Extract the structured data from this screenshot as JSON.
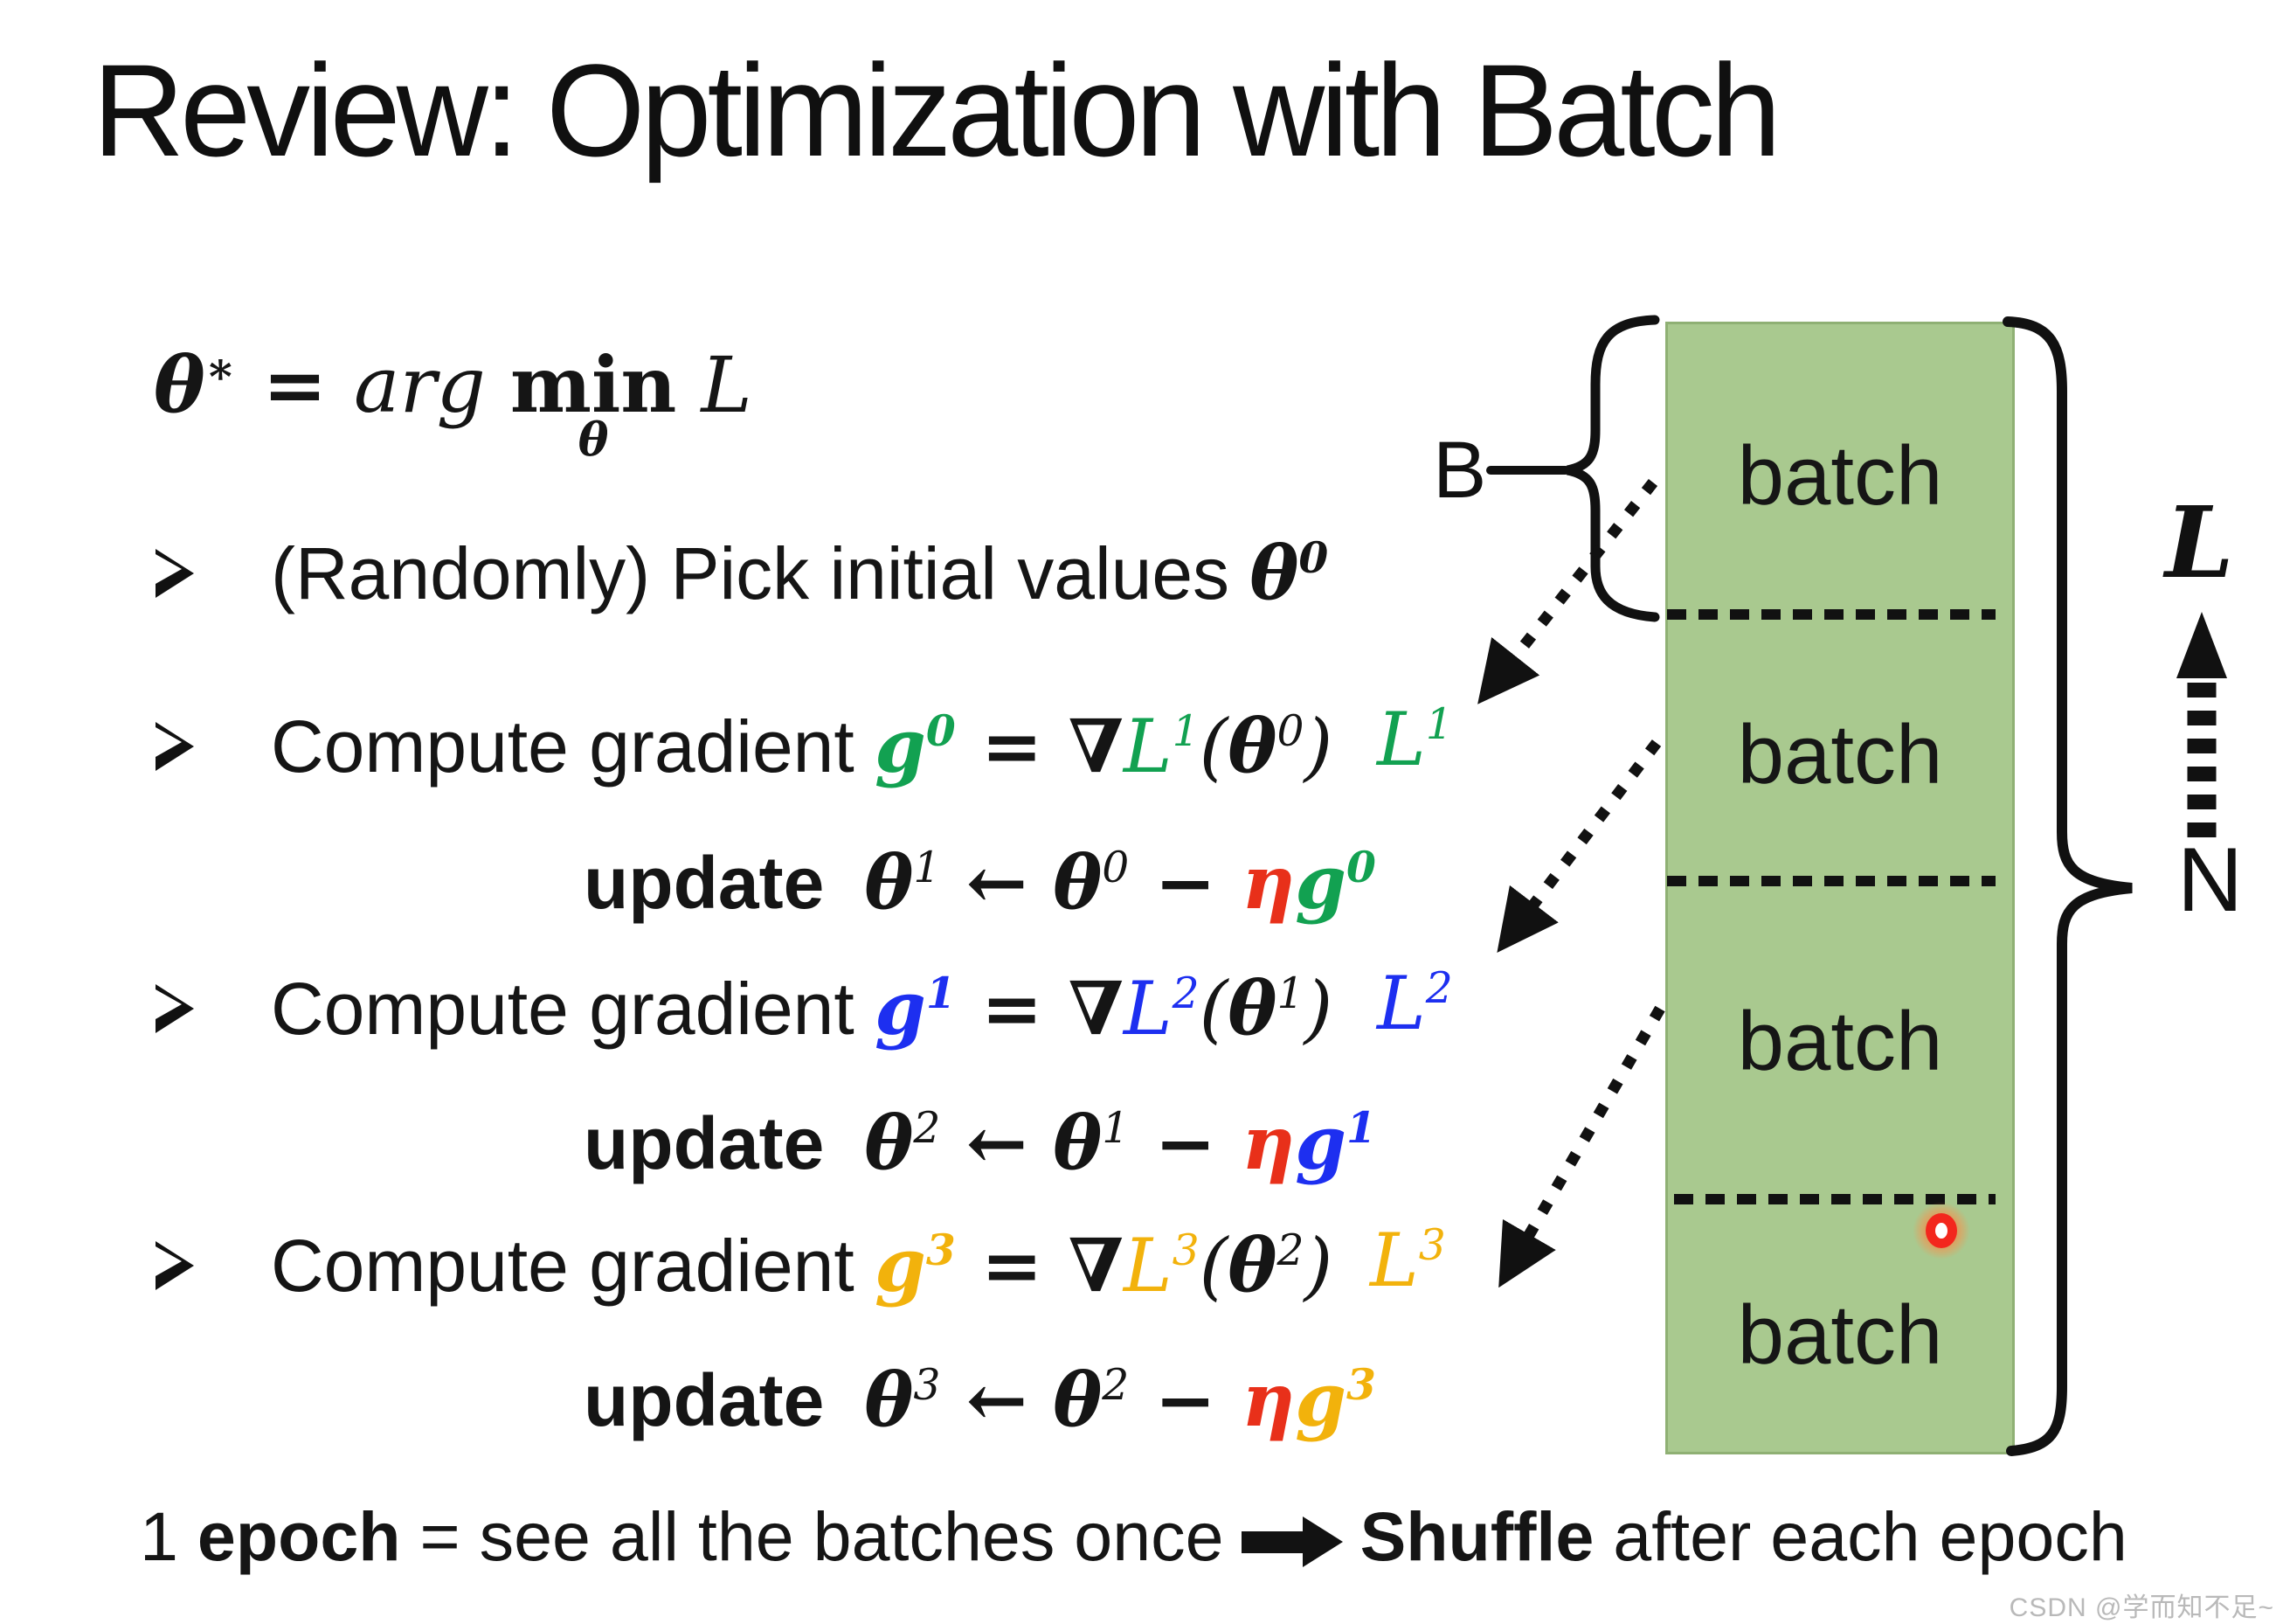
{
  "title": "Review: Optimization with Batch",
  "objective": {
    "theta": "θ",
    "star": "∗",
    "eq": " = ",
    "arg": "arg ",
    "min": "min",
    "min_sub": "θ",
    "loss": " L"
  },
  "steps": [
    {
      "name": "pick-initial-values",
      "tokens": [
        {
          "t": "(Randomly) Pick initial values ",
          "c": "sans"
        },
        {
          "t": "θ",
          "c": "mb"
        },
        {
          "t": "0",
          "c": "mb sup"
        }
      ]
    },
    {
      "name": "compute-gradient-0",
      "tokens": [
        {
          "t": "Compute gradient ",
          "c": "sans"
        },
        {
          "t": "g",
          "c": "mb green"
        },
        {
          "t": "0",
          "c": "mb green sup"
        },
        {
          "t": " = ",
          "c": "msym"
        },
        {
          "t": "∇",
          "c": "msym"
        },
        {
          "t": "L",
          "c": "m green"
        },
        {
          "t": "1",
          "c": "m green sup"
        },
        {
          "t": "(",
          "c": "m"
        },
        {
          "t": "θ",
          "c": "mb"
        },
        {
          "t": "0",
          "c": "m sup"
        },
        {
          "t": ")",
          "c": "m"
        }
      ]
    },
    {
      "name": "update-1",
      "tokens": [
        {
          "t": "update",
          "c": "sans b mr"
        },
        {
          "t": "θ",
          "c": "mb"
        },
        {
          "t": "1",
          "c": "m sup"
        },
        {
          "t": " ← ",
          "c": "msym"
        },
        {
          "t": "θ",
          "c": "mb"
        },
        {
          "t": "0",
          "c": "m sup"
        },
        {
          "t": " − ",
          "c": "msym"
        },
        {
          "t": "η",
          "c": "mb red"
        },
        {
          "t": "g",
          "c": "mb green"
        },
        {
          "t": "0",
          "c": "mb green sup"
        }
      ]
    },
    {
      "name": "compute-gradient-1",
      "tokens": [
        {
          "t": "Compute gradient ",
          "c": "sans"
        },
        {
          "t": "g",
          "c": "mb blue"
        },
        {
          "t": "1",
          "c": "mb blue sup"
        },
        {
          "t": " = ",
          "c": "msym"
        },
        {
          "t": "∇",
          "c": "msym"
        },
        {
          "t": "L",
          "c": "m blue"
        },
        {
          "t": "2",
          "c": "m blue sup"
        },
        {
          "t": "(",
          "c": "m"
        },
        {
          "t": "θ",
          "c": "mb"
        },
        {
          "t": "1",
          "c": "m sup"
        },
        {
          "t": ")",
          "c": "m"
        }
      ]
    },
    {
      "name": "update-2",
      "tokens": [
        {
          "t": "update",
          "c": "sans b mr"
        },
        {
          "t": "θ",
          "c": "mb"
        },
        {
          "t": "2",
          "c": "m sup"
        },
        {
          "t": " ← ",
          "c": "msym"
        },
        {
          "t": "θ",
          "c": "mb"
        },
        {
          "t": "1",
          "c": "m sup"
        },
        {
          "t": " − ",
          "c": "msym"
        },
        {
          "t": "η",
          "c": "mb red"
        },
        {
          "t": "g",
          "c": "mb blue"
        },
        {
          "t": "1",
          "c": "mb blue sup"
        }
      ]
    },
    {
      "name": "compute-gradient-3",
      "tokens": [
        {
          "t": "Compute gradient ",
          "c": "sans"
        },
        {
          "t": "g",
          "c": "mb gold"
        },
        {
          "t": "3",
          "c": "mb gold sup"
        },
        {
          "t": " = ",
          "c": "msym"
        },
        {
          "t": "∇",
          "c": "msym"
        },
        {
          "t": "L",
          "c": "m gold"
        },
        {
          "t": "3",
          "c": "m gold sup"
        },
        {
          "t": "(",
          "c": "m"
        },
        {
          "t": "θ",
          "c": "mb"
        },
        {
          "t": "2",
          "c": "m sup"
        },
        {
          "t": ")",
          "c": "m"
        }
      ]
    },
    {
      "name": "update-3",
      "tokens": [
        {
          "t": "update",
          "c": "sans b mr"
        },
        {
          "t": "θ",
          "c": "mb"
        },
        {
          "t": "3",
          "c": "m sup"
        },
        {
          "t": " ← ",
          "c": "msym"
        },
        {
          "t": "θ",
          "c": "mb"
        },
        {
          "t": "2",
          "c": "m sup"
        },
        {
          "t": " − ",
          "c": "msym"
        },
        {
          "t": "η",
          "c": "mb red"
        },
        {
          "t": "g",
          "c": "mb gold"
        },
        {
          "t": "3",
          "c": "mb gold sup"
        }
      ]
    }
  ],
  "loss_labels": [
    {
      "tokens": [
        {
          "t": "L",
          "c": "m green"
        },
        {
          "t": "1",
          "c": "m green sup"
        }
      ]
    },
    {
      "tokens": [
        {
          "t": "L",
          "c": "m blue"
        },
        {
          "t": "2",
          "c": "m blue sup"
        }
      ]
    },
    {
      "tokens": [
        {
          "t": "L",
          "c": "m gold"
        },
        {
          "t": "3",
          "c": "m gold sup"
        }
      ]
    }
  ],
  "epoch_note": {
    "lead": "1 ",
    "epoch": "epoch",
    "middle": " = see all the batches once",
    "shuffle": "Shuffle",
    "tail": " after each epoch"
  },
  "diagram": {
    "batch_labels": [
      "batch",
      "batch",
      "batch",
      "batch"
    ],
    "batch_size_label": "B",
    "loss_label": "L",
    "dataset_size_label": "N"
  },
  "watermark": "CSDN @学而知不足~",
  "colors": {
    "batch_fill": "#a9c98f",
    "batch_border": "#8fb074",
    "gradient_green": "#12a151",
    "gradient_blue": "#1d2ff0",
    "gradient_gold": "#f2b20c",
    "eta_red": "#e8301a",
    "ink": "#151515",
    "laser_dot": "#f3271d",
    "watermark_gray": "#b9b9b9"
  }
}
